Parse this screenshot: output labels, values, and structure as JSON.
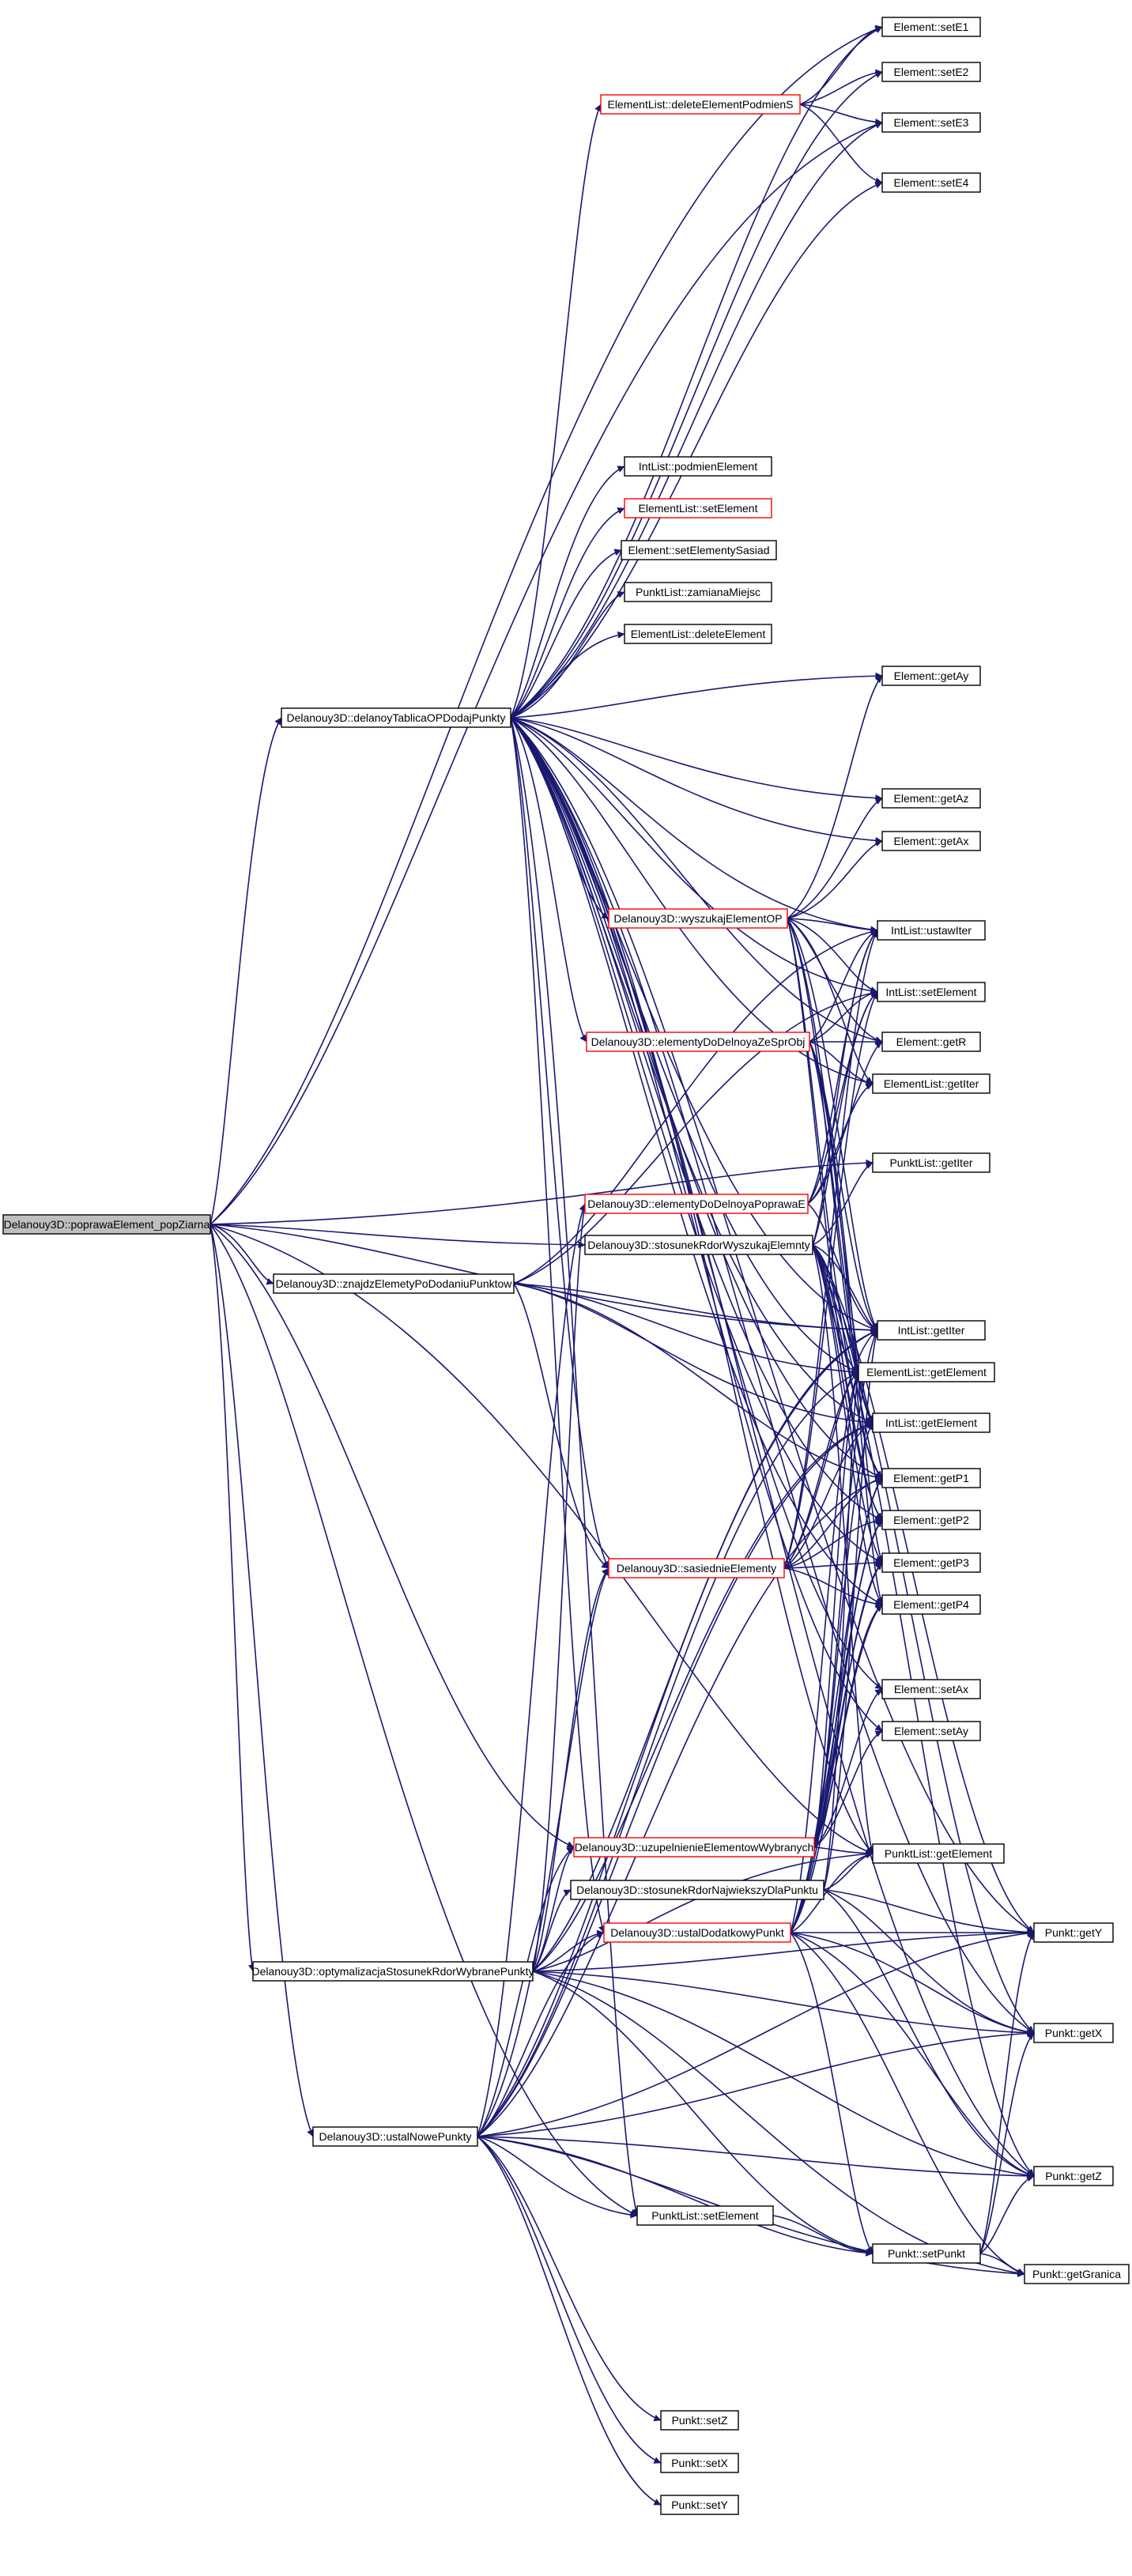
{
  "colors": {
    "edge": "#191970",
    "node_border": "#000000",
    "node_border_truncated": "#ff0000",
    "root_fill": "#bfbfbf",
    "node_fill": "#ffffff"
  },
  "nodes": [
    {
      "id": "root",
      "label": "Delanouy3D::poprawaElement_popZiarna",
      "style": "root"
    },
    {
      "id": "dtop",
      "label": "Delanouy3D::delanoyTablicaOPDodajPunkty",
      "style": "normal"
    },
    {
      "id": "znaj",
      "label": "Delanouy3D::znajdzElemetyPoDodaniuPunktow",
      "style": "normal"
    },
    {
      "id": "opt",
      "label": "Delanouy3D::optymalizacjaStosunekRdorWybranePunkty",
      "style": "normal"
    },
    {
      "id": "unp",
      "label": "Delanouy3D::ustalNowePunkty",
      "style": "normal"
    },
    {
      "id": "dep",
      "label": "ElementList::deleteElementPodmienS",
      "style": "truncated"
    },
    {
      "id": "ilpe",
      "label": "IntList::podmienElement",
      "style": "normal"
    },
    {
      "id": "else",
      "label": "ElementList::setElement",
      "style": "truncated"
    },
    {
      "id": "ses",
      "label": "Element::setElementySasiad",
      "style": "normal"
    },
    {
      "id": "pzm",
      "label": "PunktList::zamianaMiejsc",
      "style": "normal"
    },
    {
      "id": "elde",
      "label": "ElementList::deleteElement",
      "style": "normal"
    },
    {
      "id": "wys",
      "label": "Delanouy3D::wyszukajElementOP",
      "style": "truncated"
    },
    {
      "id": "edd",
      "label": "Delanouy3D::elementyDoDelnoyaZeSprObj",
      "style": "truncated"
    },
    {
      "id": "edp",
      "label": "Delanouy3D::elementyDoDelnoyaPoprawaE",
      "style": "truncated"
    },
    {
      "id": "srw",
      "label": "Delanouy3D::stosunekRdorWyszukajElemnty",
      "style": "normal"
    },
    {
      "id": "sas",
      "label": "Delanouy3D::sasiednieElementy",
      "style": "truncated"
    },
    {
      "id": "uzu",
      "label": "Delanouy3D::uzupelnienieElementowWybranych",
      "style": "truncated"
    },
    {
      "id": "srn",
      "label": "Delanouy3D::stosunekRdorNajwiekszyDlaPunktu",
      "style": "normal"
    },
    {
      "id": "udp",
      "label": "Delanouy3D::ustalDodatkowyPunkt",
      "style": "truncated"
    },
    {
      "id": "plse",
      "label": "PunktList::setElement",
      "style": "normal"
    },
    {
      "id": "setE1",
      "label": "Element::setE1",
      "style": "normal"
    },
    {
      "id": "setE2",
      "label": "Element::setE2",
      "style": "normal"
    },
    {
      "id": "setE3",
      "label": "Element::setE3",
      "style": "normal"
    },
    {
      "id": "setE4",
      "label": "Element::setE4",
      "style": "normal"
    },
    {
      "id": "getAy",
      "label": "Element::getAy",
      "style": "normal"
    },
    {
      "id": "getAz",
      "label": "Element::getAz",
      "style": "normal"
    },
    {
      "id": "getAx",
      "label": "Element::getAx",
      "style": "normal"
    },
    {
      "id": "ilui",
      "label": "IntList::ustawIter",
      "style": "normal"
    },
    {
      "id": "ilse",
      "label": "IntList::setElement",
      "style": "normal"
    },
    {
      "id": "getR",
      "label": "Element::getR",
      "style": "normal"
    },
    {
      "id": "elgi",
      "label": "ElementList::getIter",
      "style": "normal"
    },
    {
      "id": "plgi",
      "label": "PunktList::getIter",
      "style": "normal"
    },
    {
      "id": "ilgi",
      "label": "IntList::getIter",
      "style": "normal"
    },
    {
      "id": "elge",
      "label": "ElementList::getElement",
      "style": "normal"
    },
    {
      "id": "ilge",
      "label": "IntList::getElement",
      "style": "normal"
    },
    {
      "id": "getP1",
      "label": "Element::getP1",
      "style": "normal"
    },
    {
      "id": "getP2",
      "label": "Element::getP2",
      "style": "normal"
    },
    {
      "id": "getP3",
      "label": "Element::getP3",
      "style": "normal"
    },
    {
      "id": "getP4",
      "label": "Element::getP4",
      "style": "normal"
    },
    {
      "id": "setAx",
      "label": "Element::setAx",
      "style": "normal"
    },
    {
      "id": "setAy",
      "label": "Element::setAy",
      "style": "normal"
    },
    {
      "id": "plge",
      "label": "PunktList::getElement",
      "style": "normal"
    },
    {
      "id": "setPunkt",
      "label": "Punkt::setPunkt",
      "style": "normal"
    },
    {
      "id": "setZ",
      "label": "Punkt::setZ",
      "style": "normal"
    },
    {
      "id": "setX",
      "label": "Punkt::setX",
      "style": "normal"
    },
    {
      "id": "setY",
      "label": "Punkt::setY",
      "style": "normal"
    },
    {
      "id": "getY",
      "label": "Punkt::getY",
      "style": "normal"
    },
    {
      "id": "getX",
      "label": "Punkt::getX",
      "style": "normal"
    },
    {
      "id": "getZ",
      "label": "Punkt::getZ",
      "style": "normal"
    },
    {
      "id": "getGr",
      "label": "Punkt::getGranica",
      "style": "normal"
    }
  ],
  "edges": [
    [
      "root",
      "dtop"
    ],
    [
      "root",
      "znaj"
    ],
    [
      "root",
      "opt"
    ],
    [
      "root",
      "unp"
    ],
    [
      "root",
      "srw"
    ],
    [
      "root",
      "uzu"
    ],
    [
      "root",
      "plgi"
    ],
    [
      "root",
      "setE1"
    ],
    [
      "root",
      "plge"
    ],
    [
      "root",
      "ilgi"
    ],
    [
      "root",
      "setE3"
    ],
    [
      "root",
      "plse"
    ],
    [
      "dtop",
      "setE1"
    ],
    [
      "dtop",
      "setE2"
    ],
    [
      "dtop",
      "setE3"
    ],
    [
      "dtop",
      "setE4"
    ],
    [
      "dtop",
      "dep"
    ],
    [
      "dtop",
      "ilpe"
    ],
    [
      "dtop",
      "else"
    ],
    [
      "dtop",
      "ses"
    ],
    [
      "dtop",
      "pzm"
    ],
    [
      "dtop",
      "elde"
    ],
    [
      "dtop",
      "getAy"
    ],
    [
      "dtop",
      "getAz"
    ],
    [
      "dtop",
      "getAx"
    ],
    [
      "dtop",
      "wys"
    ],
    [
      "dtop",
      "edd"
    ],
    [
      "dtop",
      "ilui"
    ],
    [
      "dtop",
      "ilse"
    ],
    [
      "dtop",
      "getR"
    ],
    [
      "dtop",
      "elgi"
    ],
    [
      "dtop",
      "ilgi"
    ],
    [
      "dtop",
      "elge"
    ],
    [
      "dtop",
      "ilge"
    ],
    [
      "dtop",
      "getP1"
    ],
    [
      "dtop",
      "getP2"
    ],
    [
      "dtop",
      "getP3"
    ],
    [
      "dtop",
      "getP4"
    ],
    [
      "dtop",
      "plge"
    ],
    [
      "dtop",
      "getY"
    ],
    [
      "dtop",
      "getX"
    ],
    [
      "dtop",
      "getZ"
    ],
    [
      "dtop",
      "setAx"
    ],
    [
      "dtop",
      "setAy"
    ],
    [
      "dtop",
      "sas"
    ],
    [
      "dtop",
      "plse"
    ],
    [
      "dtop",
      "udp"
    ],
    [
      "dep",
      "setE1"
    ],
    [
      "dep",
      "setE2"
    ],
    [
      "dep",
      "setE3"
    ],
    [
      "dep",
      "setE4"
    ],
    [
      "wys",
      "getAy"
    ],
    [
      "wys",
      "getAz"
    ],
    [
      "wys",
      "getAx"
    ],
    [
      "wys",
      "ilui"
    ],
    [
      "wys",
      "ilse"
    ],
    [
      "wys",
      "getR"
    ],
    [
      "wys",
      "elgi"
    ],
    [
      "wys",
      "ilgi"
    ],
    [
      "wys",
      "elge"
    ],
    [
      "wys",
      "ilge"
    ],
    [
      "wys",
      "getP1"
    ],
    [
      "wys",
      "getP2"
    ],
    [
      "edd",
      "ilui"
    ],
    [
      "edd",
      "ilse"
    ],
    [
      "edd",
      "getR"
    ],
    [
      "edd",
      "elgi"
    ],
    [
      "edd",
      "ilgi"
    ],
    [
      "edd",
      "ilge"
    ],
    [
      "edd",
      "getP3"
    ],
    [
      "edd",
      "getP4"
    ],
    [
      "znaj",
      "ilui"
    ],
    [
      "znaj",
      "ilse"
    ],
    [
      "znaj",
      "ilgi"
    ],
    [
      "znaj",
      "elge"
    ],
    [
      "znaj",
      "ilge"
    ],
    [
      "znaj",
      "sas"
    ],
    [
      "znaj",
      "getP1"
    ],
    [
      "srw",
      "ilui"
    ],
    [
      "srw",
      "ilse"
    ],
    [
      "srw",
      "plgi"
    ],
    [
      "srw",
      "ilgi"
    ],
    [
      "srw",
      "elge"
    ],
    [
      "srw",
      "ilge"
    ],
    [
      "srw",
      "getP1"
    ],
    [
      "srw",
      "getP2"
    ],
    [
      "srw",
      "getP3"
    ],
    [
      "srw",
      "getP4"
    ],
    [
      "srw",
      "plge"
    ],
    [
      "srw",
      "getY"
    ],
    [
      "srw",
      "getX"
    ],
    [
      "srw",
      "getZ"
    ],
    [
      "sas",
      "ilui"
    ],
    [
      "sas",
      "ilse"
    ],
    [
      "sas",
      "ilgi"
    ],
    [
      "sas",
      "elge"
    ],
    [
      "sas",
      "ilge"
    ],
    [
      "sas",
      "getP1"
    ],
    [
      "sas",
      "getP2"
    ],
    [
      "sas",
      "getP3"
    ],
    [
      "sas",
      "getP4"
    ],
    [
      "opt",
      "srn"
    ],
    [
      "opt",
      "udp"
    ],
    [
      "opt",
      "uzu"
    ],
    [
      "opt",
      "sas"
    ],
    [
      "opt",
      "edp"
    ],
    [
      "opt",
      "ilgi"
    ],
    [
      "opt",
      "ilge"
    ],
    [
      "opt",
      "getY"
    ],
    [
      "opt",
      "getX"
    ],
    [
      "opt",
      "getZ"
    ],
    [
      "opt",
      "getGr"
    ],
    [
      "opt",
      "plge"
    ],
    [
      "opt",
      "setPunkt"
    ],
    [
      "uzu",
      "ilgi"
    ],
    [
      "uzu",
      "elge"
    ],
    [
      "uzu",
      "ilge"
    ],
    [
      "uzu",
      "getP1"
    ],
    [
      "uzu",
      "getP2"
    ],
    [
      "uzu",
      "getP3"
    ],
    [
      "uzu",
      "getP4"
    ],
    [
      "uzu",
      "plge"
    ],
    [
      "uzu",
      "setAx"
    ],
    [
      "uzu",
      "setAy"
    ],
    [
      "srn",
      "ilgi"
    ],
    [
      "srn",
      "elge"
    ],
    [
      "srn",
      "plge"
    ],
    [
      "srn",
      "getY"
    ],
    [
      "srn",
      "getX"
    ],
    [
      "srn",
      "getZ"
    ],
    [
      "udp",
      "getP1"
    ],
    [
      "udp",
      "getP2"
    ],
    [
      "udp",
      "getP3"
    ],
    [
      "udp",
      "getP4"
    ],
    [
      "udp",
      "elge"
    ],
    [
      "udp",
      "plge"
    ],
    [
      "udp",
      "getY"
    ],
    [
      "udp",
      "getX"
    ],
    [
      "udp",
      "getZ"
    ],
    [
      "udp",
      "setPunkt"
    ],
    [
      "udp",
      "getGr"
    ],
    [
      "edp",
      "ilui"
    ],
    [
      "edp",
      "ilse"
    ],
    [
      "edp",
      "elgi"
    ],
    [
      "edp",
      "ilgi"
    ],
    [
      "edp",
      "getR"
    ],
    [
      "unp",
      "plse"
    ],
    [
      "unp",
      "setPunkt"
    ],
    [
      "unp",
      "setZ"
    ],
    [
      "unp",
      "setX"
    ],
    [
      "unp",
      "setY"
    ],
    [
      "unp",
      "getY"
    ],
    [
      "unp",
      "getGr"
    ],
    [
      "unp",
      "getX"
    ],
    [
      "unp",
      "getZ"
    ],
    [
      "unp",
      "udp"
    ],
    [
      "unp",
      "sas"
    ],
    [
      "unp",
      "edp"
    ],
    [
      "unp",
      "uzu"
    ],
    [
      "unp",
      "ilgi"
    ],
    [
      "unp",
      "ilge"
    ],
    [
      "unp",
      "getP1"
    ],
    [
      "unp",
      "elge"
    ],
    [
      "plse",
      "setPunkt"
    ],
    [
      "setPunkt",
      "getY"
    ],
    [
      "setPunkt",
      "getX"
    ],
    [
      "setPunkt",
      "getZ"
    ],
    [
      "setPunkt",
      "getGr"
    ]
  ]
}
